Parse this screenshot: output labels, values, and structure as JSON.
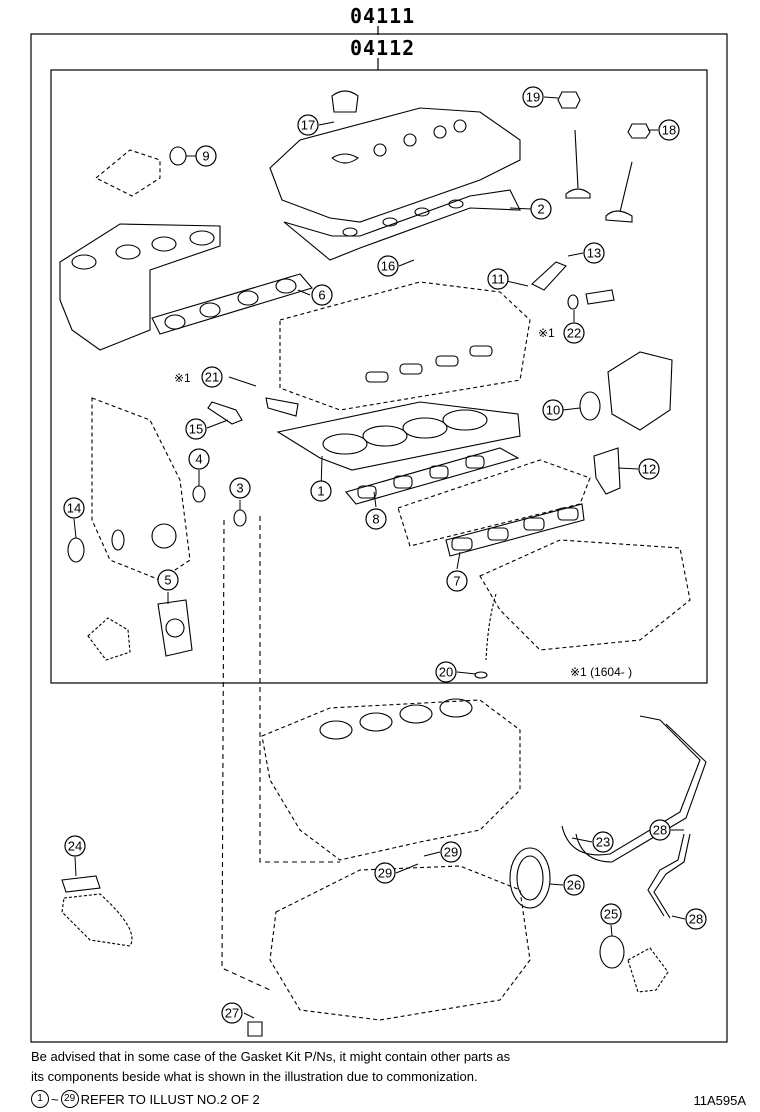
{
  "kits": {
    "outer": "04111",
    "inner": "04112"
  },
  "callouts": [
    {
      "id": "1",
      "label": "1"
    },
    {
      "id": "2",
      "label": "2"
    },
    {
      "id": "3",
      "label": "3"
    },
    {
      "id": "4",
      "label": "4"
    },
    {
      "id": "5",
      "label": "5"
    },
    {
      "id": "6",
      "label": "6"
    },
    {
      "id": "7",
      "label": "7"
    },
    {
      "id": "8",
      "label": "8"
    },
    {
      "id": "9",
      "label": "9"
    },
    {
      "id": "10",
      "label": "10"
    },
    {
      "id": "11",
      "label": "11"
    },
    {
      "id": "12",
      "label": "12"
    },
    {
      "id": "13",
      "label": "13"
    },
    {
      "id": "14",
      "label": "14"
    },
    {
      "id": "15",
      "label": "15"
    },
    {
      "id": "16",
      "label": "16"
    },
    {
      "id": "17",
      "label": "17"
    },
    {
      "id": "18",
      "label": "18"
    },
    {
      "id": "19",
      "label": "19"
    },
    {
      "id": "20",
      "label": "20"
    },
    {
      "id": "21",
      "label": "21"
    },
    {
      "id": "22",
      "label": "22"
    },
    {
      "id": "23",
      "label": "23"
    },
    {
      "id": "24",
      "label": "24"
    },
    {
      "id": "25",
      "label": "25"
    },
    {
      "id": "26",
      "label": "26"
    },
    {
      "id": "27",
      "label": "27"
    },
    {
      "id": "28a",
      "label": "28"
    },
    {
      "id": "28b",
      "label": "28"
    },
    {
      "id": "29a",
      "label": "29"
    },
    {
      "id": "29b",
      "label": "29"
    }
  ],
  "annotations": {
    "mark": "※1",
    "footnote": "※1 (1604-      )"
  },
  "notes": {
    "line1": "Be advised that in some case of the Gasket Kit P/Ns,  it might contain other parts as",
    "line2": "its components beside what is shown in the illustration due to commonization.",
    "refer_start": "1",
    "refer_tilde": "~",
    "refer_end": "29",
    "refer_text": "REFER TO ILLUST NO.2 OF 2"
  },
  "illustration_code": "11A595A"
}
